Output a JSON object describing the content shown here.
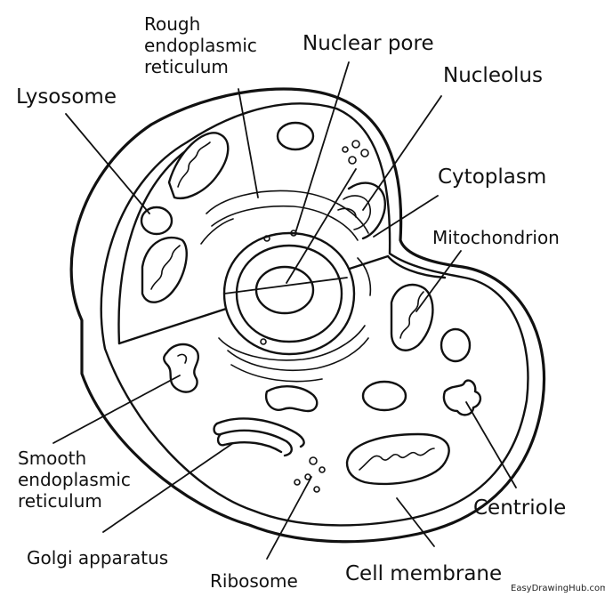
{
  "diagram": {
    "labels": {
      "rough_er": [
        "Rough",
        "endoplasmic",
        "reticulum"
      ],
      "nuclear_pore": "Nuclear pore",
      "nucleolus": "Nucleolus",
      "lysosome": "Lysosome",
      "cytoplasm": "Cytoplasm",
      "mitochondrion": "Mitochondrion",
      "smooth_er": [
        "Smooth",
        "endoplasmic",
        "reticulum"
      ],
      "golgi": "Golgi apparatus",
      "ribosome": "Ribosome",
      "cell_membrane": "Cell membrane",
      "centriole": "Centriole"
    },
    "watermark": "EasyDrawingHub.com"
  }
}
